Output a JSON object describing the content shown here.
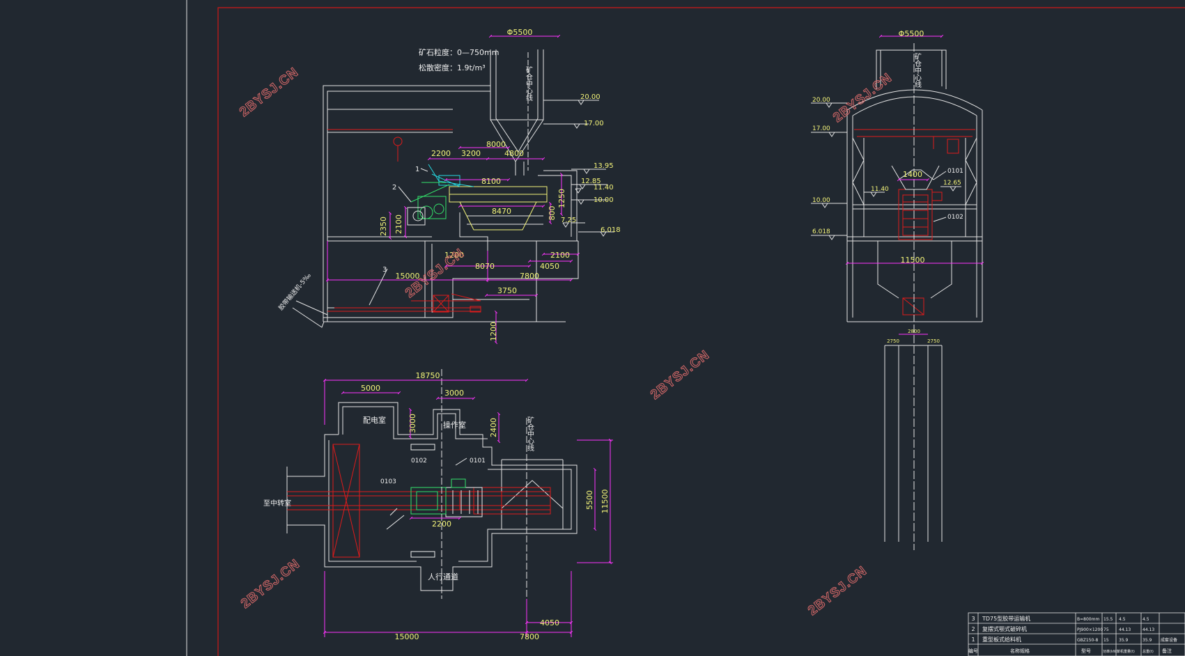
{
  "notes": {
    "ore_size": "矿石粒度：0—750mm",
    "bulk_density": "松散密度：1.9t/m³"
  },
  "watermark": "2BYSJ.CN",
  "colors": {
    "background": "#212830",
    "line": "#e6e6e6",
    "dimension": "#ff33ff",
    "dim_text": "#f5f57a",
    "equipment_red": "#e01b1b",
    "equipment_green": "#33e36b",
    "equipment_cyan": "#26d8e0",
    "frame": "#d01818"
  },
  "elevation_view": {
    "dims": {
      "d5500": "Φ5500",
      "d2200": "2200",
      "d3200": "3200",
      "d8000": "8000",
      "d4800": "4800",
      "d8100": "8100",
      "d8470": "8470",
      "d2350": "2350",
      "d2100": "2100",
      "d1200a": "1200",
      "d800": "800",
      "d1250": "1250",
      "d8070": "8070",
      "d4050": "4050",
      "d2100b": "2100",
      "d15000": "15000",
      "d7800": "7800",
      "d3750": "3750",
      "d1200": "1200"
    },
    "levels": {
      "l2000": "20.00",
      "l1700": "17.00",
      "l1395": "13.95",
      "l1285": "12.85",
      "l1140": "11.40",
      "l1000": "10.00",
      "l725": "7.25",
      "l6018": "6.018"
    },
    "silo_label": "矿仓中心线",
    "conveyor_label": "胶带输送机-5‰",
    "callouts": [
      "1",
      "2",
      "3"
    ]
  },
  "plan_view": {
    "dims": {
      "d18750": "18750",
      "d5000": "5000",
      "d3000": "3000",
      "d3000v": "3000",
      "d2400": "2400",
      "d5500": "5500",
      "d11500": "11500",
      "d2200": "2200",
      "d15000": "15000",
      "d7800": "7800",
      "d4050": "4050"
    },
    "rooms": {
      "electric": "配电室",
      "operation": "操作室",
      "walkway": "人行通道",
      "shaft": "至中转室",
      "silo_center": "矿仓中心线"
    },
    "tags": {
      "t0101": "0101",
      "t0102": "0102",
      "t0103": "0103"
    }
  },
  "section_view": {
    "dims": {
      "d5500": "Φ5500",
      "d1400": "1400",
      "d11500": "11500",
      "d2800": "2800",
      "d2750a": "2750",
      "d2750b": "2750"
    },
    "levels": {
      "l2000": "20.00",
      "l1700": "17.00",
      "l1140": "11.40",
      "l1265": "12.65",
      "l1000": "10.00",
      "l6018": "6.018"
    },
    "tags": {
      "t0101": "0101",
      "t0102": "0102"
    },
    "silo_label": "矿仓中心线"
  },
  "bom": {
    "rows": [
      {
        "no": "3",
        "name": "TD75型胶带运输机",
        "model": "B=800mm",
        "qty": "15.5",
        "unit_wt": "4.5",
        "total": "4.5",
        "note": ""
      },
      {
        "no": "2",
        "name": "复摆式颚式破碎机",
        "model": "PJ900×1200",
        "qty": "75",
        "unit_wt": "44.13",
        "total": "44.13",
        "note": ""
      },
      {
        "no": "1",
        "name": "重型板式给料机",
        "model": "GBZ150-8",
        "qty": "15",
        "unit_wt": "35.9",
        "total": "35.9",
        "note": "成套设备"
      }
    ],
    "header": {
      "no": "编号",
      "name": "名称规格",
      "model": "型号",
      "qty": "功率(kW)",
      "unit_wt": "单机重量(t)",
      "total": "总重(t)",
      "note": "备注"
    }
  }
}
